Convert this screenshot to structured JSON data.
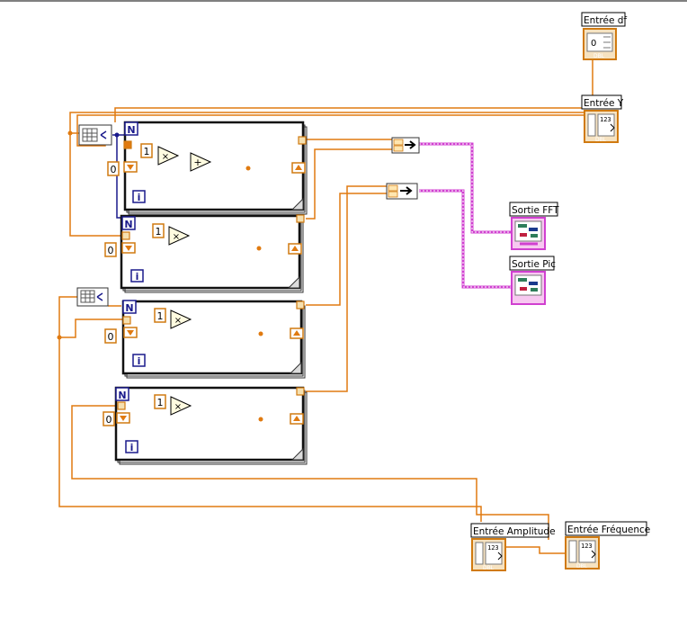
{
  "labels": {
    "entree_df": "Entrée df",
    "entree_y": "Entrée Y",
    "sortie_fft": "Sortie FFT",
    "sortie_pic": "Sortie Pic",
    "entree_amplitude": "Entrée Amplitude",
    "entree_frequence": "Entrée Fréquence"
  },
  "terminals": {
    "dbl": "DBL",
    "num_display": "123",
    "df_value": "0"
  },
  "constants": {
    "zero": "0",
    "one": "1"
  },
  "loops": {
    "count_terminal": "N",
    "iteration_terminal": "i"
  },
  "operators": {
    "multiply": "×",
    "add": "+"
  },
  "colors": {
    "wire_orange": "#e07a10",
    "wire_pink": "#d040d0",
    "loop_blue": "#1a1a8c",
    "terminal_border": "#d07a10"
  },
  "icons": [
    "array-icon",
    "bundle-icon",
    "waveform-graph-icon",
    "array-indicator-icon"
  ]
}
